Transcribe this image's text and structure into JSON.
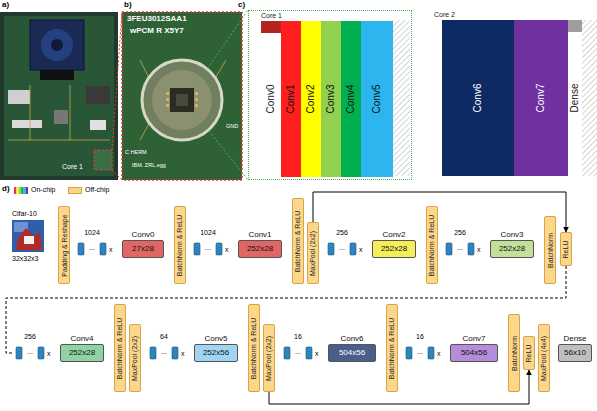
{
  "diagram": {
    "nodes": [
      {
        "text": [
          "Core 1"
        ]
      },
      {
        "text": [
          "Conv0"
        ],
        "in": 0
      },
      {
        "text": [
          "Conv1"
        ],
        "in": 0
      },
      {
        "text": [
          "Conv2"
        ],
        "in": 0
      },
      {
        "text": [
          "Conv3"
        ],
        "in": 0
      },
      {
        "text": [
          "Conv4"
        ],
        "in": 0
      },
      {
        "text": [
          "Conv5"
        ],
        "in": 0
      },
      {
        "text": [
          "Core 2"
        ]
      },
      {
        "text": [
          "Conv6"
        ],
        "in": 7
      },
      {
        "text": [
          "Conv7"
        ],
        "in": 7
      },
      {
        "text": [
          "Dense"
        ],
        "in": 7
      },
      {
        "text": [
          "Padding & Reshape"
        ]
      },
      {
        "text": [
          "Conv0",
          "27x28"
        ]
      },
      {
        "text": [
          "BatchNorm & ReLU"
        ]
      },
      {
        "text": [
          "Conv1",
          "252x28"
        ]
      },
      {
        "text": [
          "BatchNorm & ReLU"
        ]
      },
      {
        "text": [
          "MaxPool (2x2)"
        ]
      },
      {
        "text": [
          "Conv2",
          "252x28"
        ]
      },
      {
        "text": [
          "BatchNorm & ReLU"
        ]
      },
      {
        "text": [
          "Conv3",
          "252x28"
        ]
      },
      {
        "text": [
          "BatchNorm"
        ]
      },
      {
        "text": [
          "ReLU"
        ]
      },
      {
        "text": [
          "Conv4",
          "252x28"
        ]
      },
      {
        "text": [
          "BatchNorm & ReLU"
        ]
      },
      {
        "text": [
          "MaxPool (2x2)"
        ]
      },
      {
        "text": [
          "Conv5",
          "252x56"
        ]
      },
      {
        "text": [
          "BatchNorm & ReLU"
        ]
      },
      {
        "text": [
          "MaxPool (2x2)"
        ]
      },
      {
        "text": [
          "Conv6",
          "504x56"
        ]
      },
      {
        "text": [
          "BatchNorm & ReLU"
        ]
      },
      {
        "text": [
          "Conv7",
          "504x56"
        ]
      },
      {
        "text": [
          "BatchNorm"
        ]
      },
      {
        "text": [
          "ReLU"
        ]
      },
      {
        "text": [
          "MaxPool (4x4)"
        ]
      },
      {
        "text": [
          "Dense",
          "56x10"
        ]
      }
    ],
    "edges": [
      {
        "from": 16,
        "to": 21,
        "arrow": "to"
      },
      {
        "from": 27,
        "to": 32,
        "arrow": "to"
      }
    ],
    "labels": [
      "a)",
      "Core 1",
      "b)",
      "3FEU3012SAA1",
      "wPCM R X5Y7",
      "C HERM",
      "IBM. ZRL.egg",
      "GND",
      "c)",
      "d)",
      "Cifar-10",
      "32x32x3",
      "1024",
      "...",
      "x",
      "1024",
      "...",
      "x",
      "256",
      "...",
      "x",
      "256",
      "...",
      "x",
      "256",
      "...",
      "x",
      "64",
      "...",
      "x",
      "16",
      "...",
      "x",
      "16",
      "...",
      "x"
    ],
    "legend": [
      {
        "text": "On-chip"
      },
      {
        "text": "Off-chip",
        "color": "#f9d58c"
      }
    ]
  }
}
